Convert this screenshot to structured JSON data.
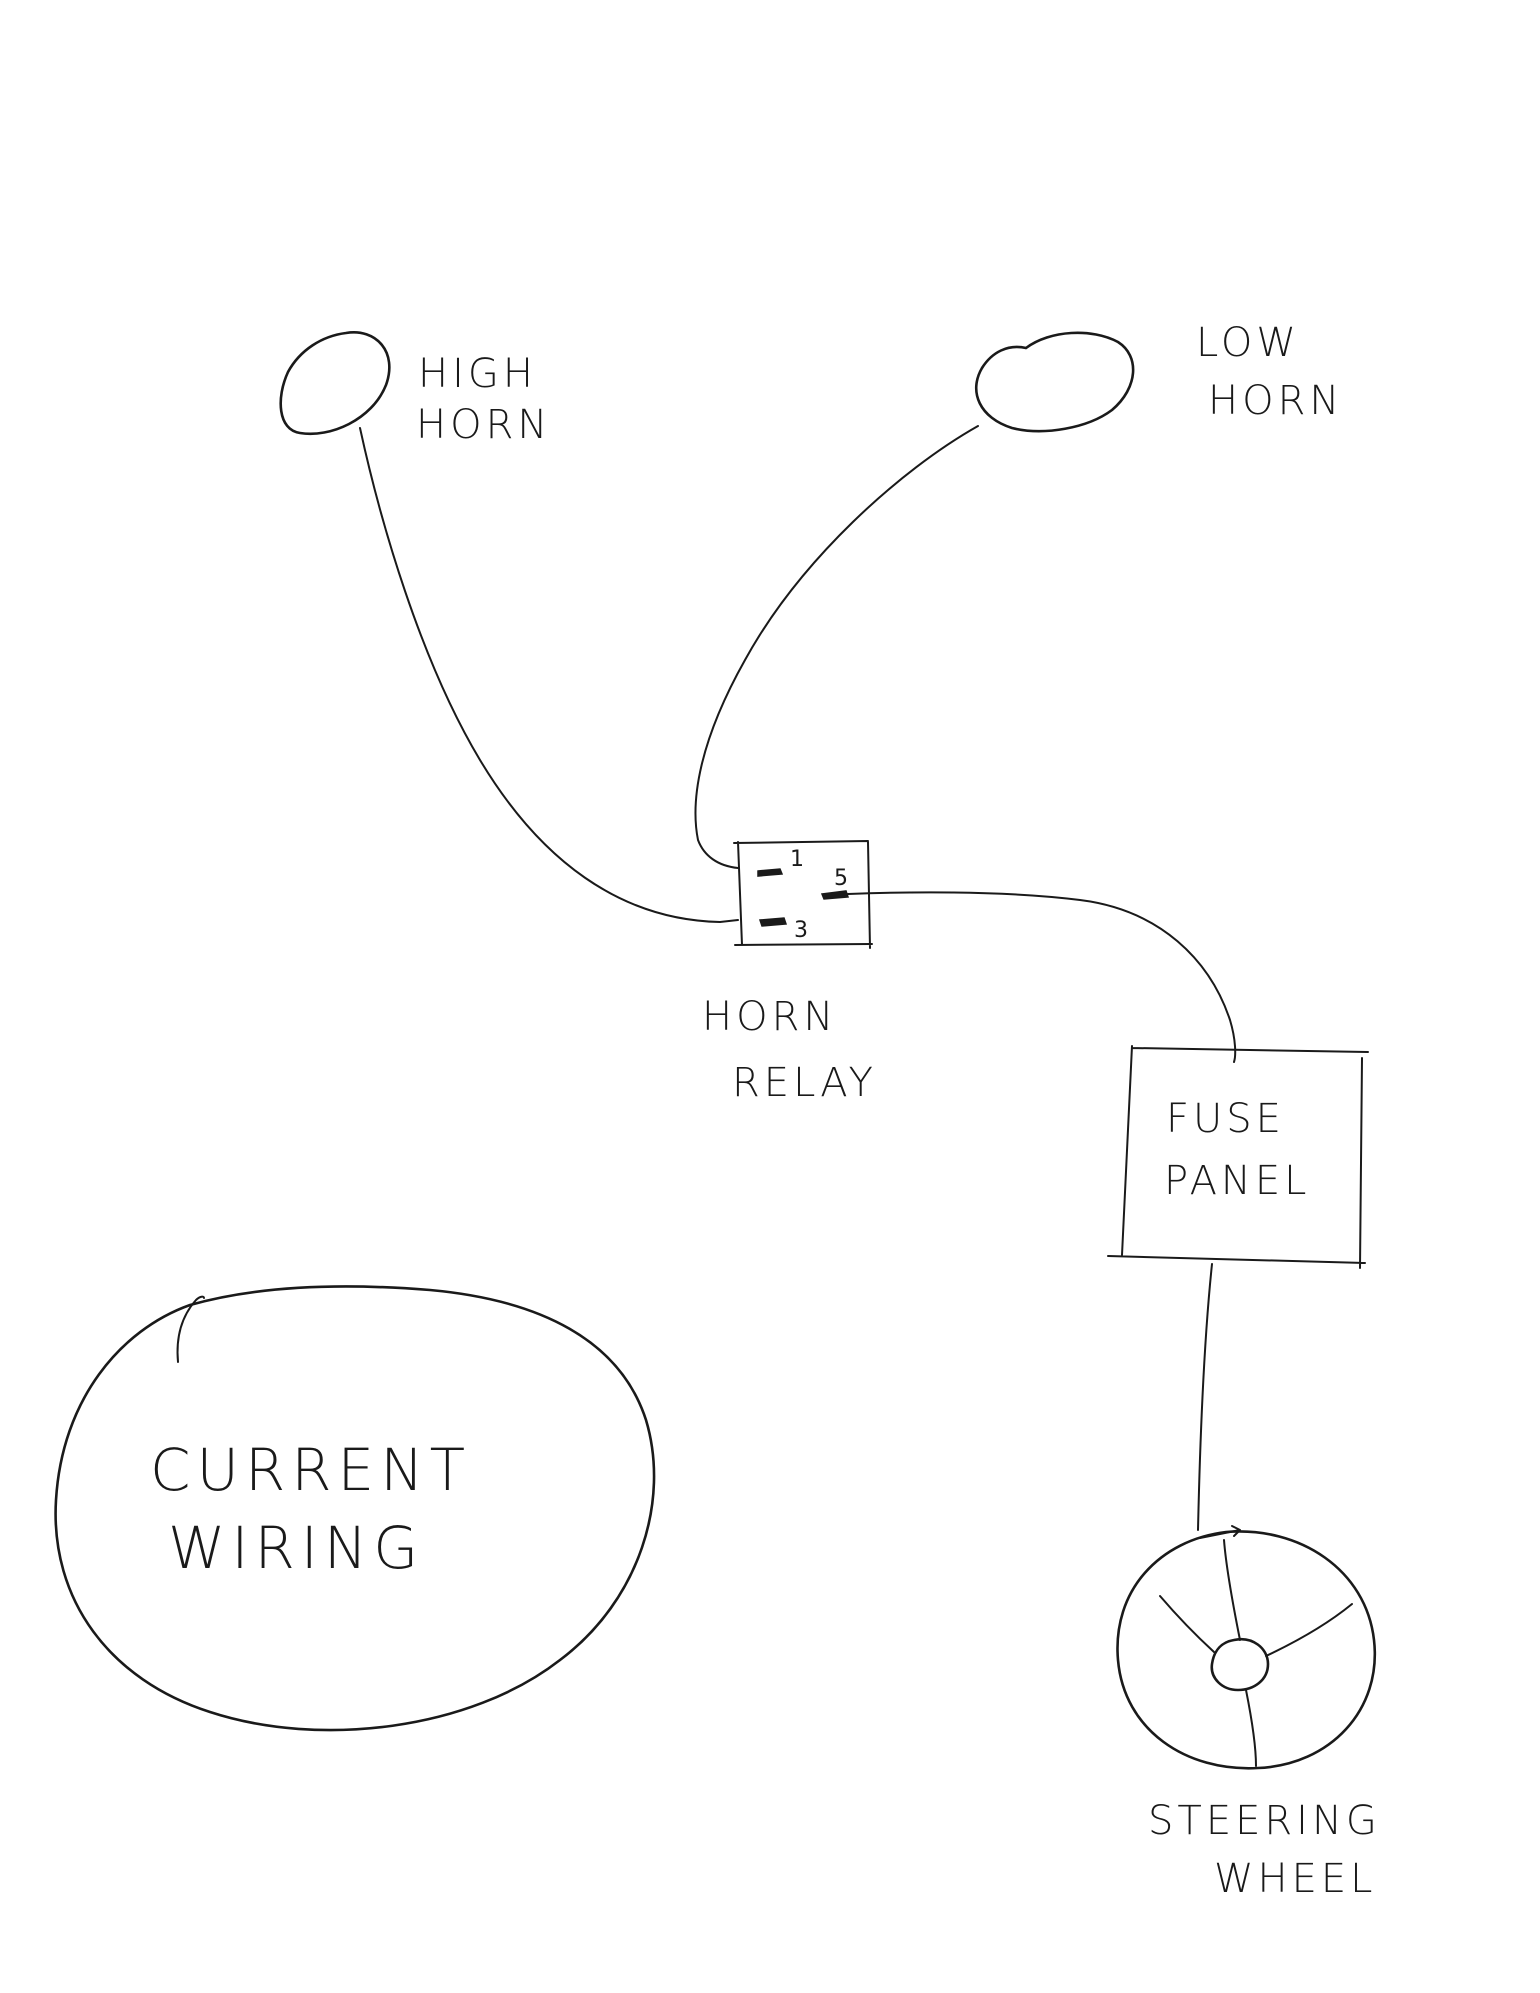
{
  "components": {
    "high_horn": {
      "label_line1": "HIGH",
      "label_line2": "HORN"
    },
    "low_horn": {
      "label_line1": "LOW",
      "label_line2": "HORN"
    },
    "horn_relay": {
      "label_line1": "HORN",
      "label_line2": "RELAY",
      "pins": {
        "pin1": "1",
        "pin3": "3",
        "pin5": "5"
      }
    },
    "fuse_panel": {
      "label_line1": "FUSE",
      "label_line2": "PANEL"
    },
    "steering_wheel": {
      "label_line1": "STEERING",
      "label_line2": "WHEEL"
    }
  },
  "note": {
    "line1": "CURRENT",
    "line2": "WIRING"
  }
}
